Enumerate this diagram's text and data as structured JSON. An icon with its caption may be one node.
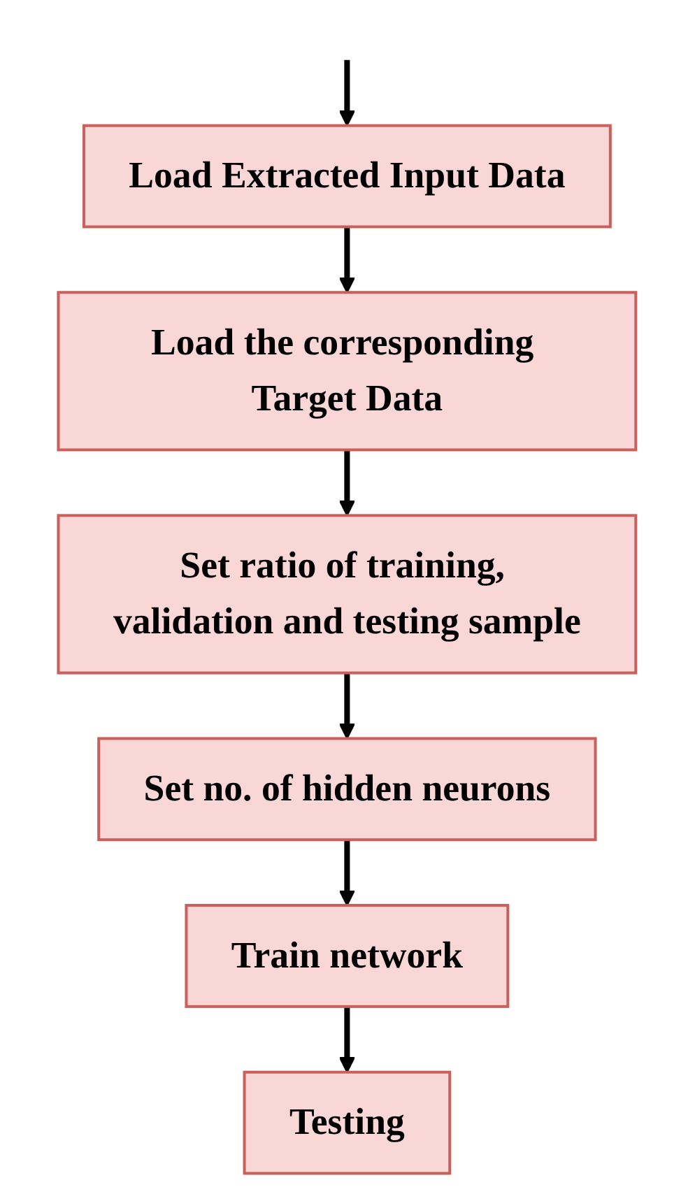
{
  "diagram": {
    "nodes": [
      {
        "text": [
          "Load Extracted Input Data"
        ]
      },
      {
        "text": [
          "Load the corresponding Target Data"
        ]
      },
      {
        "text": [
          "Set ratio of training, validation and testing sample"
        ]
      },
      {
        "text": [
          "Set no. of hidden neurons"
        ]
      },
      {
        "text": [
          "Train network"
        ]
      },
      {
        "text": [
          "Testing"
        ]
      }
    ],
    "edges": [
      {
        "from": null,
        "to": 0,
        "arrow": "to"
      },
      {
        "from": 0,
        "to": 1,
        "arrow": "to"
      },
      {
        "from": 1,
        "to": 2,
        "arrow": "to"
      },
      {
        "from": 2,
        "to": 3,
        "arrow": "to"
      },
      {
        "from": 3,
        "to": 4,
        "arrow": "to"
      },
      {
        "from": 4,
        "to": 5,
        "arrow": "to"
      }
    ]
  }
}
